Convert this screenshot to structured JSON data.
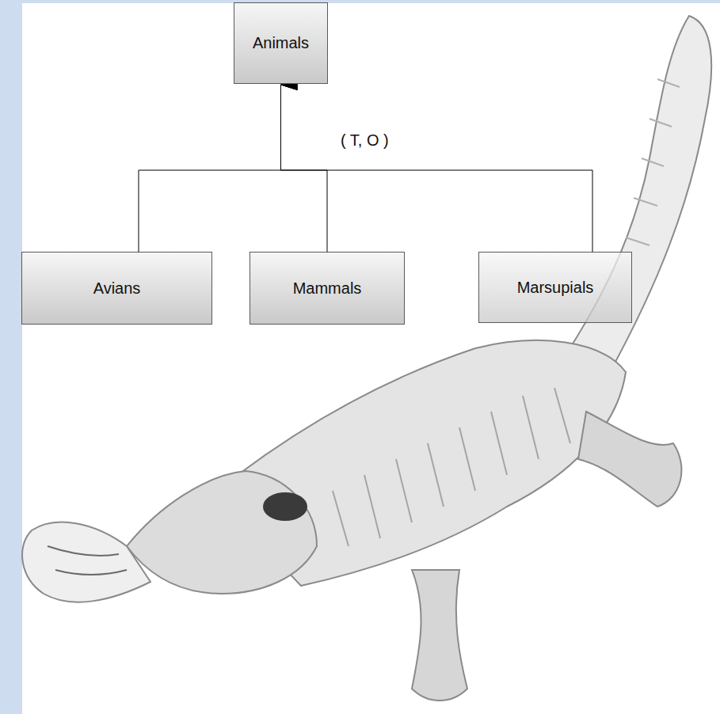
{
  "diagram": {
    "nodes": [
      {
        "text": [
          "Animals"
        ]
      },
      {
        "text": [
          "Avians"
        ]
      },
      {
        "text": [
          "Mammals"
        ]
      },
      {
        "text": [
          "Marsupials"
        ]
      }
    ],
    "edges": [
      {
        "from": 1,
        "to": 0,
        "arrow": "to"
      },
      {
        "from": 2,
        "to": 0,
        "arrow": "to"
      },
      {
        "from": 3,
        "to": 0,
        "arrow": "to"
      }
    ],
    "labels": [
      "( T, O )"
    ]
  }
}
